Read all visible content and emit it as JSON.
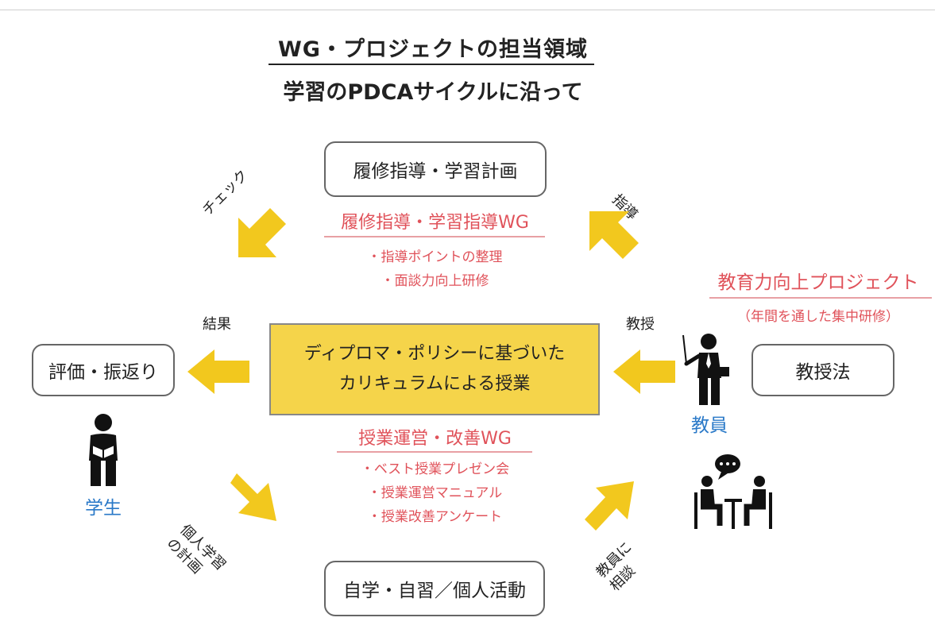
{
  "title": "WG・プロジェクトの担当領域",
  "subtitle": "学習のPDCAサイクルに沿って",
  "center": {
    "line1": "ディプロマ・ポリシーに基づいた",
    "line2": "カリキュラムによる授業"
  },
  "boxes": {
    "top": "履修指導・学習計画",
    "left": "評価・振返り",
    "right": "教授法",
    "bottom": "自学・自習／個人活動"
  },
  "wg_top": {
    "title": "履修指導・学習指導WG",
    "items": [
      "・指導ポイントの整理",
      "・面談力向上研修"
    ]
  },
  "wg_bottom": {
    "title": "授業運営・改善WG",
    "items": [
      "・ベスト授業プレゼン会",
      "・授業運営マニュアル",
      "・授業改善アンケート"
    ]
  },
  "project": {
    "title": "教育力向上プロジェクト",
    "note": "（年間を通した集中研修）"
  },
  "arrow_labels": {
    "check": "チェック",
    "guidance": "指導",
    "result": "結果",
    "teaching": "教授",
    "plan_line1": "個人学習",
    "plan_line2": "の計画",
    "consult_line1": "教員に",
    "consult_line2": "相談"
  },
  "roles": {
    "student": "学生",
    "teacher": "教員"
  },
  "colors": {
    "arrow": "#f2c81e",
    "center": "#f5d44a",
    "wg_text": "#e0525a",
    "role_text": "#2a79c8"
  },
  "icons": [
    "student-reading-icon",
    "teacher-pointer-icon",
    "consultation-icon"
  ]
}
